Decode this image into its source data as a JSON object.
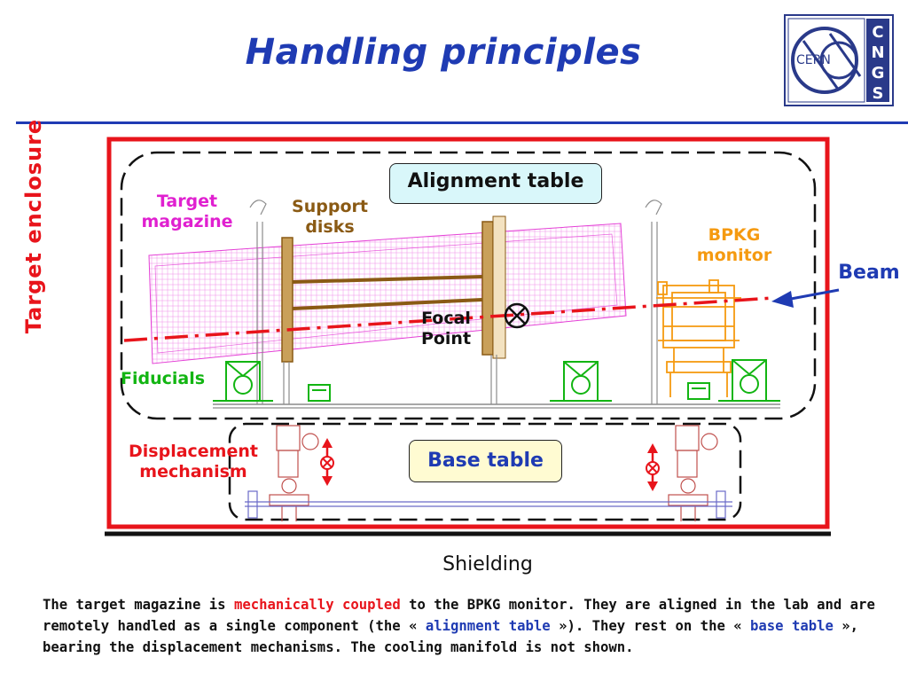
{
  "slide": {
    "title": "Handling principles",
    "logo": {
      "cern": "CERN",
      "letters": [
        "C",
        "N",
        "G",
        "S"
      ]
    }
  },
  "diagram": {
    "alignment_table": "Alignment table",
    "base_table": "Base table",
    "target_magazine": [
      "Target",
      "magazine"
    ],
    "support_disks": [
      "Support",
      "disks"
    ],
    "bpkg_monitor": [
      "BPKG",
      "monitor"
    ],
    "beam": "Beam",
    "focal_point": [
      "Focal",
      "Point"
    ],
    "fiducials": "Fiducials",
    "displacement_mechanism": [
      "Displacement",
      "mechanism"
    ],
    "target_enclosure": "Target enclosure",
    "shielding": "Shielding"
  },
  "caption": {
    "p1": "The target magazine is ",
    "p2": "mechanically coupled",
    "p3": " to the BPKG monitor. They are aligned in the lab and are remotely handled as a single component (the « ",
    "p4": "alignment table",
    "p5": " »). They rest on the « ",
    "p6": "base table",
    "p7": " », bearing the displacement mechanisms. The cooling manifold is not shown."
  },
  "colors": {
    "title_blue": "#1f3bb3",
    "enclosure_red": "#e8141b",
    "magenta": "#e020d0",
    "brown": "#8a5a14",
    "orange": "#f59a10",
    "green": "#12b512",
    "table_fill": "#d9f7fa",
    "base_fill": "#fffbd2"
  }
}
